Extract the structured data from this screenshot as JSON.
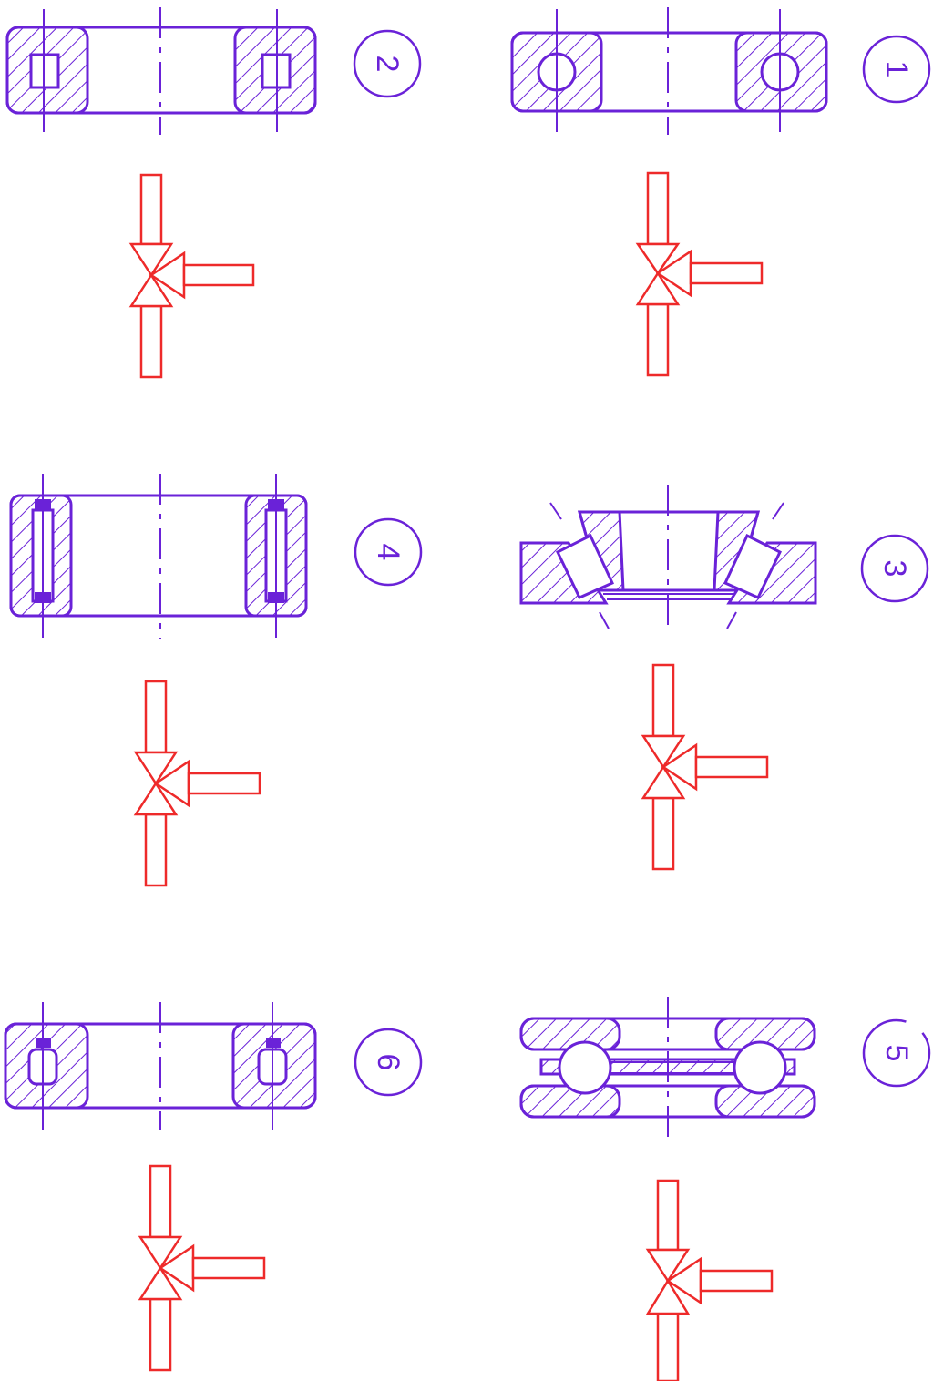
{
  "colors": {
    "bearing": "#6a22d8",
    "load": "#ee2a2a",
    "background": "#ffffff"
  },
  "panels": [
    {
      "id": 1,
      "label": "1",
      "bearing": "deep-groove-ball",
      "load": "radial-and-axial"
    },
    {
      "id": 2,
      "label": "2",
      "bearing": "cylindrical-roller",
      "load": "radial-and-axial"
    },
    {
      "id": 3,
      "label": "3",
      "bearing": "tapered-roller",
      "load": "radial-and-axial"
    },
    {
      "id": 4,
      "label": "4",
      "bearing": "needle-roller",
      "load": "radial-and-axial"
    },
    {
      "id": 5,
      "label": "5",
      "bearing": "thrust-ball",
      "load": "radial-and-axial"
    },
    {
      "id": 6,
      "label": "6",
      "bearing": "spherical-roller",
      "load": "radial-and-axial"
    }
  ]
}
